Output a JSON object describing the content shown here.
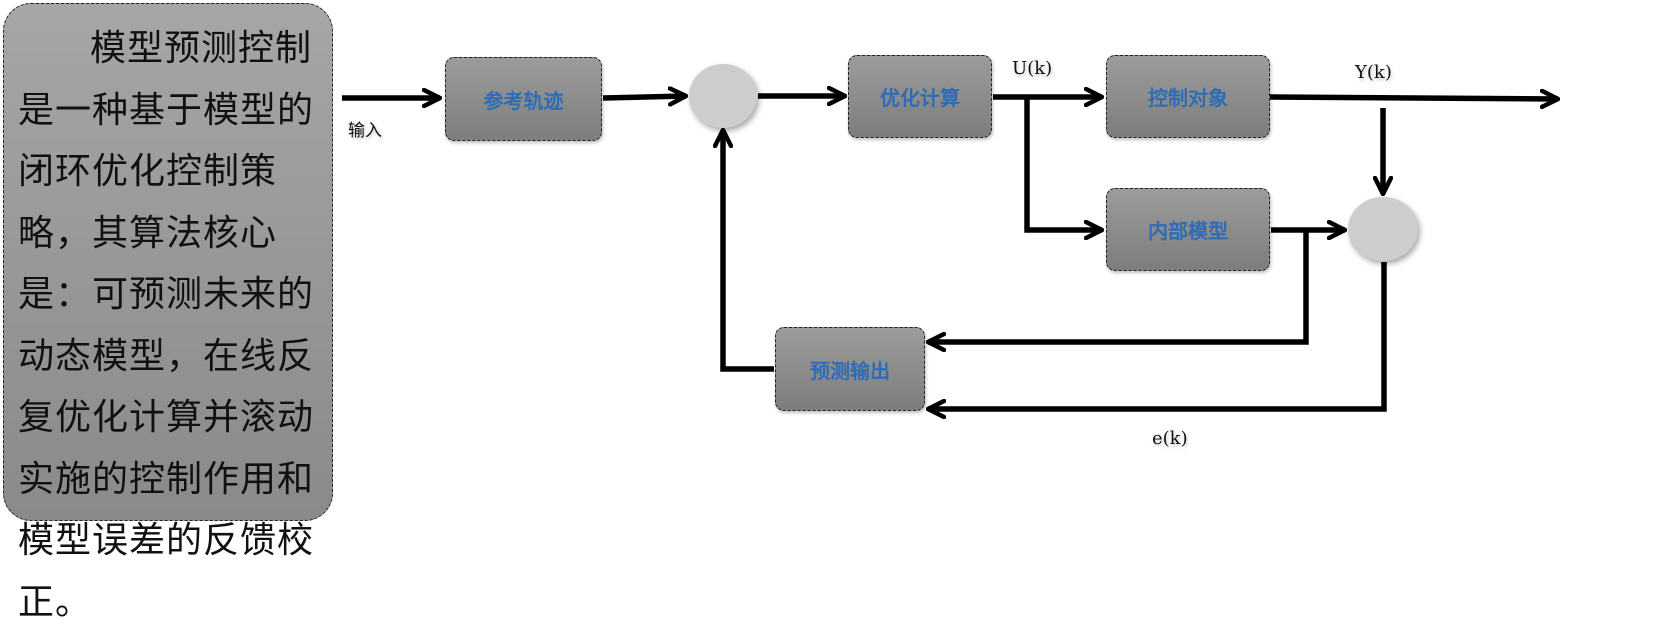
{
  "description": "模型预测控制是一种基于模型的闭环优化控制策略，其算法核心是：可预测未来的动态模型，在线反复优化计算并滚动实施的控制作用和模型误差的反馈校正。",
  "labels": {
    "input": "输入",
    "u": "U(k)",
    "y": "Y(k)",
    "e": "e(k)"
  },
  "blocks": {
    "reference": "参考轨迹",
    "optimize": "优化计算",
    "plant": "控制对象",
    "internal_model": "内部模型",
    "prediction": "预测输出"
  },
  "colors": {
    "block_text": "#2e6db5",
    "block_fill": "#8c8c8c",
    "sum_fill": "#cdcdcd",
    "wire": "#000000"
  }
}
